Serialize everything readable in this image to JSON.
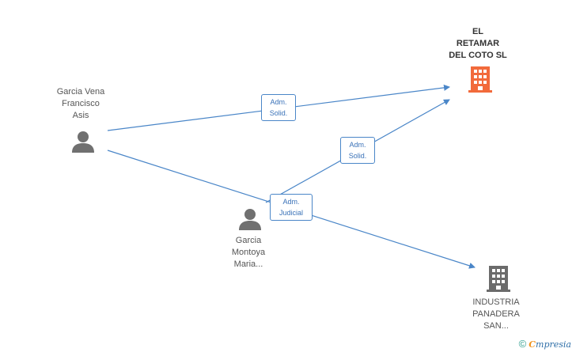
{
  "nodes": {
    "person1": {
      "label": [
        "Garcia Vena",
        "Francisco",
        "Asis"
      ]
    },
    "person2": {
      "label": [
        "Garcia",
        "Montoya",
        "Maria..."
      ]
    },
    "company1": {
      "label": [
        "EL",
        "RETAMAR",
        "DEL COTO SL"
      ],
      "color": "#f26a3b"
    },
    "company2": {
      "label": [
        "INDUSTRIA",
        "PANADERA",
        "SAN..."
      ],
      "color": "#6b6b6b"
    }
  },
  "edges": {
    "e1": {
      "label": [
        "Adm.",
        "Solid."
      ]
    },
    "e2": {
      "label": [
        "Adm.",
        "Solid."
      ]
    },
    "e3": {
      "label": [
        "Adm.",
        "Judicial"
      ]
    }
  },
  "colors": {
    "edge": "#4a86c8",
    "person_icon": "#707070"
  },
  "footer": {
    "copyright_symbol": "©",
    "brand_first": "C",
    "brand_rest": "mpresia"
  }
}
